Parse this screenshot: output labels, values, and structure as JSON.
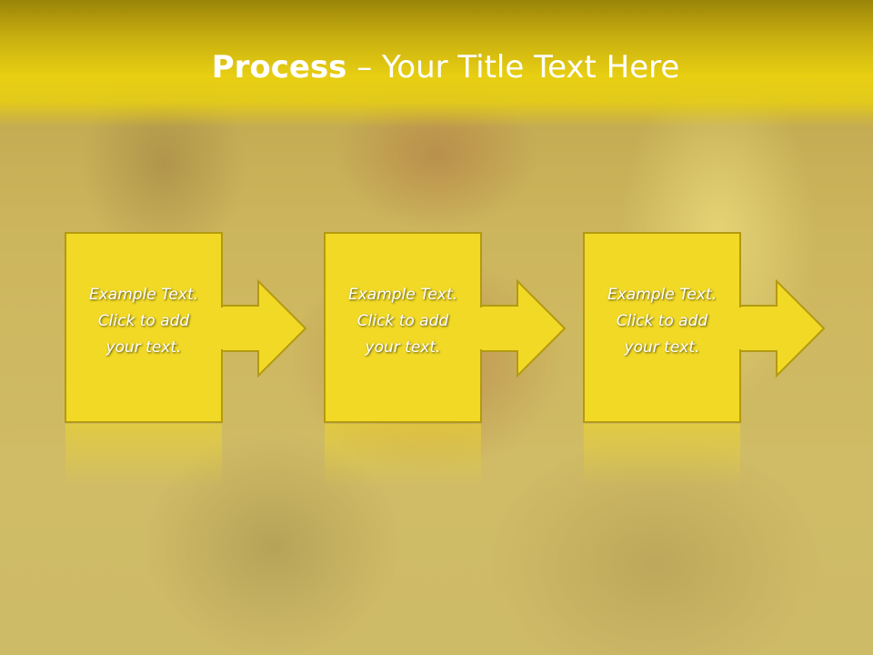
{
  "slide": {
    "title_bold": "Process",
    "title_rest": " – Your Title Text Here"
  },
  "steps": [
    {
      "lines": [
        "Example Text.",
        "Click  to add",
        "your text."
      ]
    },
    {
      "lines": [
        "Example Text.",
        "Click  to add",
        "your text."
      ]
    },
    {
      "lines": [
        "Example Text.",
        "Click  to add",
        "your text."
      ]
    }
  ],
  "colors": {
    "box_fill": "#f1d925",
    "box_stroke": "#b39a10",
    "title_band": "#e8cf12",
    "text": "#ffffff"
  }
}
